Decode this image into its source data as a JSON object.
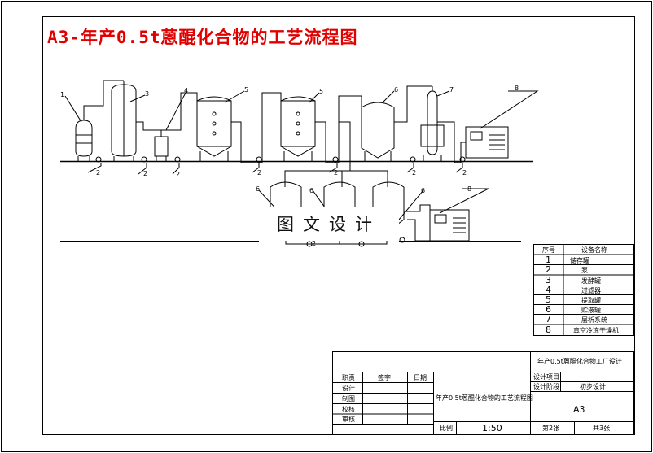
{
  "title": "A3-年产0.5t蒽醌化合物的工艺流程图",
  "watermark": "图文设计",
  "tags": {
    "t1": "1",
    "t2a": "2",
    "t2b": "2",
    "t2c": "2",
    "t2d": "2",
    "t2e": "2",
    "t2f": "2",
    "t2g": "2",
    "t2h": "2",
    "t3": "3",
    "t4": "4",
    "t5a": "5",
    "t5b": "5",
    "t6a": "6",
    "t6b": "6",
    "t6c": "6",
    "t6d": "6",
    "t7": "7",
    "t8a": "8",
    "t8b": "8"
  },
  "legend": {
    "head_no": "序号",
    "head_name": "设备名称",
    "rows": [
      {
        "no": "1",
        "name": "储存罐"
      },
      {
        "no": "2",
        "name": "泵"
      },
      {
        "no": "3",
        "name": "发酵罐"
      },
      {
        "no": "4",
        "name": "过滤器"
      },
      {
        "no": "5",
        "name": "提取罐"
      },
      {
        "no": "6",
        "name": "贮液罐"
      },
      {
        "no": "7",
        "name": "层析系统"
      },
      {
        "no": "8",
        "name": "真空冷冻干燥机"
      }
    ]
  },
  "title_block": {
    "project": "年产0.5t蒽醌化合物工厂设计",
    "design_item": "设计项目",
    "design_stage": "设计阶段",
    "stage_value": "初步设计",
    "sheet_size": "A3",
    "drawing_name": "年产0.5t蒽醌化合物的工艺流程图",
    "col_role": "职责",
    "col_sign": "签字",
    "col_date": "日期",
    "roles": [
      "设计",
      "制图",
      "校核",
      "审核"
    ],
    "scale_label": "比例",
    "scale_value": "1:50",
    "sheet_no": "第2张",
    "sheet_total": "共3张"
  }
}
